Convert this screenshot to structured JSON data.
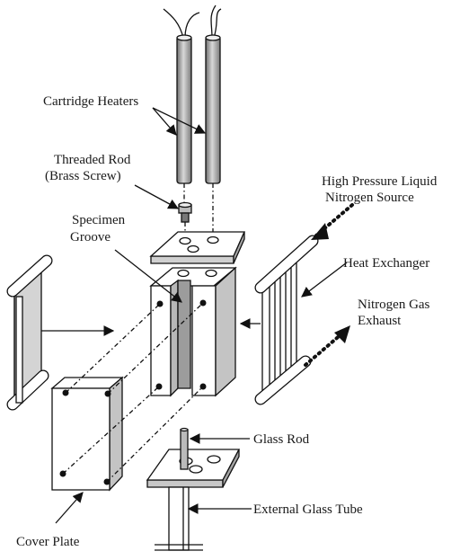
{
  "labels": {
    "cartridge_heaters": "Cartridge Heaters",
    "threaded_rod_1": "Threaded Rod",
    "threaded_rod_2": "(Brass Screw)",
    "specimen_1": "Specimen",
    "specimen_2": "Groove",
    "hp_liquid_1": "High Pressure Liquid",
    "hp_liquid_2": "Nitrogen Source",
    "heat_exchanger": "Heat Exchanger",
    "nitrogen_gas_1": "Nitrogen Gas",
    "nitrogen_gas_2": "Exhaust",
    "glass_rod": "Glass Rod",
    "external_glass_tube": "External Glass Tube",
    "cover_plate": "Cover Plate"
  },
  "colors": {
    "line": "#111111",
    "shade": "#c8c8c8",
    "shade_dark": "#8f8f8f",
    "face": "#ffffff"
  }
}
